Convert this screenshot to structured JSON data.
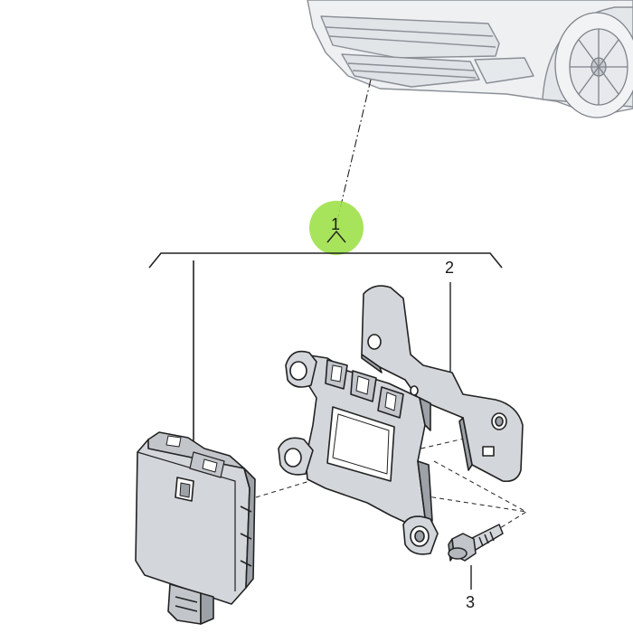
{
  "diagram": {
    "callouts": {
      "part1": "1",
      "part2": "2",
      "part3": "3"
    },
    "colors": {
      "line": "#222222",
      "car_line": "#8a8f96",
      "car_fill": "#eef0f2",
      "part_fill": "#d3d6da",
      "part_shade": "#9da2a8",
      "highlight": "#9ee04a"
    }
  }
}
